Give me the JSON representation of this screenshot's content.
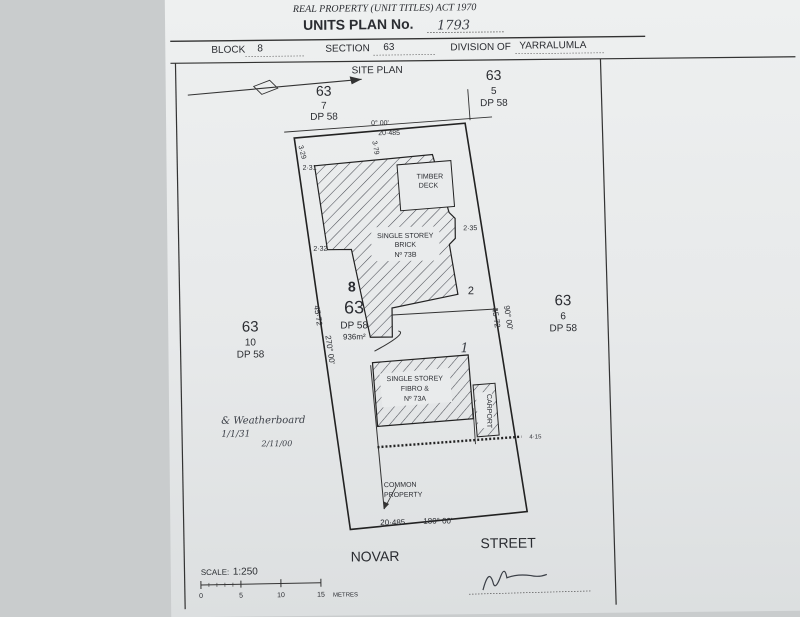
{
  "header": {
    "act": "REAL PROPERTY (UNIT TITLES) ACT 1970",
    "plan_title": "UNITS PLAN No.",
    "plan_number": "1793",
    "block_label": "BLOCK",
    "block_value": "8",
    "section_label": "SECTION",
    "section_value": "63",
    "division_label": "DIVISION OF",
    "division_value": "YARRALUMLA"
  },
  "site_plan": {
    "title": "SITE PLAN",
    "neighbors": {
      "top_left": {
        "section": "63",
        "block": "7",
        "dp": "DP 58"
      },
      "top_right": {
        "section": "63",
        "block": "5",
        "dp": "DP 58"
      },
      "left": {
        "section": "63",
        "block": "10",
        "dp": "DP 58"
      },
      "right": {
        "section": "63",
        "block": "6",
        "dp": "DP 58"
      }
    },
    "subject": {
      "block": "8",
      "section": "63",
      "dp": "DP 58",
      "area": "936m²"
    },
    "dimensions": {
      "top_bearing": "0°   00'",
      "top_length": "20·485",
      "bottom_bearing": "180°  00'",
      "bottom_length": "20·485",
      "left_bearing": "270°  00'",
      "left_length": "45·72",
      "right_bearing": "90°  00'",
      "right_length": "45·72",
      "d_329": "3·29",
      "d_379": "3·79",
      "d_231": "2·31",
      "d_232": "2·32",
      "d_235": "2·35",
      "d_415": "4·15"
    },
    "buildings": {
      "rear": {
        "line1": "SINGLE STOREY",
        "line2": "BRICK",
        "line3": "Nº 73B"
      },
      "deck": {
        "line1": "TIMBER",
        "line2": "DECK"
      },
      "front": {
        "line1": "SINGLE STOREY",
        "line2": "FIBRO &",
        "line3": "Nº 73A"
      },
      "carport": "CARPORT"
    },
    "units": {
      "unit2": "2",
      "unit1": "1"
    },
    "common_property": {
      "line1": "COMMON",
      "line2": "PROPERTY"
    },
    "street": {
      "word1": "NOVAR",
      "word2": "STREET"
    }
  },
  "annotation": {
    "line1": "& Weatherboard",
    "line2": "1/1/31",
    "line3": "2/11/00"
  },
  "scale": {
    "label": "SCALE:",
    "value": "1:250",
    "ticks": [
      "0",
      "5",
      "10",
      "15"
    ],
    "unit": "METRES"
  },
  "colors": {
    "ink": "#2a2c31",
    "paper": "#e9ebec",
    "background": "#c9cccd"
  }
}
